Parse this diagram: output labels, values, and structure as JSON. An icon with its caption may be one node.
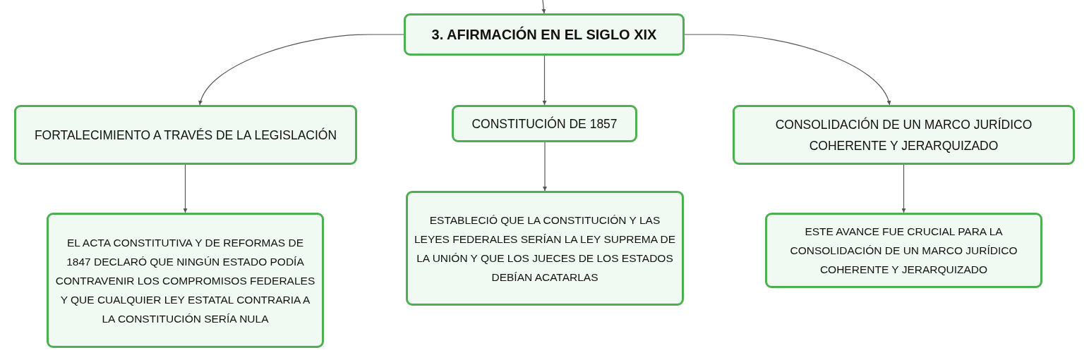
{
  "diagram": {
    "nodes": [
      {
        "text": [
          "3. AFIRMACIÓN EN EL SIGLO XIX"
        ]
      },
      {
        "text": [
          "FORTALECIMIENTO A TRAVÉS DE LA LEGISLACIÓN"
        ]
      },
      {
        "text": [
          "CONSTITUCIÓN DE 1857"
        ]
      },
      {
        "text": [
          "CONSOLIDACIÓN DE UN MARCO JURÍDICO COHERENTE Y JERARQUIZADO"
        ]
      },
      {
        "text": [
          "EL ACTA CONSTITUTIVA Y DE REFORMAS DE 1847 DECLARÓ QUE NINGÚN ESTADO PODÍA CONTRAVENIR LOS COMPROMISOS FEDERALES Y QUE CUALQUIER LEY ESTATAL CONTRARIA A LA CONSTITUCIÓN SERÍA NULA"
        ]
      },
      {
        "text": [
          "ESTABLECIÓ QUE LA CONSTITUCIÓN Y LAS LEYES FEDERALES SERÍAN LA LEY SUPREMA DE LA UNIÓN Y QUE LOS JUECES DE LOS ESTADOS DEBÍAN ACATARLAS"
        ]
      },
      {
        "text": [
          "ESTE AVANCE FUE CRUCIAL PARA LA CONSOLIDACIÓN DE UN MARCO JURÍDICO COHERENTE Y JERARQUIZADO"
        ]
      }
    ],
    "edges": [
      {
        "from": null,
        "to": 0,
        "arrow": "to"
      },
      {
        "from": 0,
        "to": 1,
        "arrow": "to"
      },
      {
        "from": 0,
        "to": 2,
        "arrow": "to"
      },
      {
        "from": 0,
        "to": 3,
        "arrow": "to"
      },
      {
        "from": 1,
        "to": 4,
        "arrow": "to"
      },
      {
        "from": 2,
        "to": 5,
        "arrow": "to"
      },
      {
        "from": 3,
        "to": 6,
        "arrow": "to"
      }
    ]
  }
}
